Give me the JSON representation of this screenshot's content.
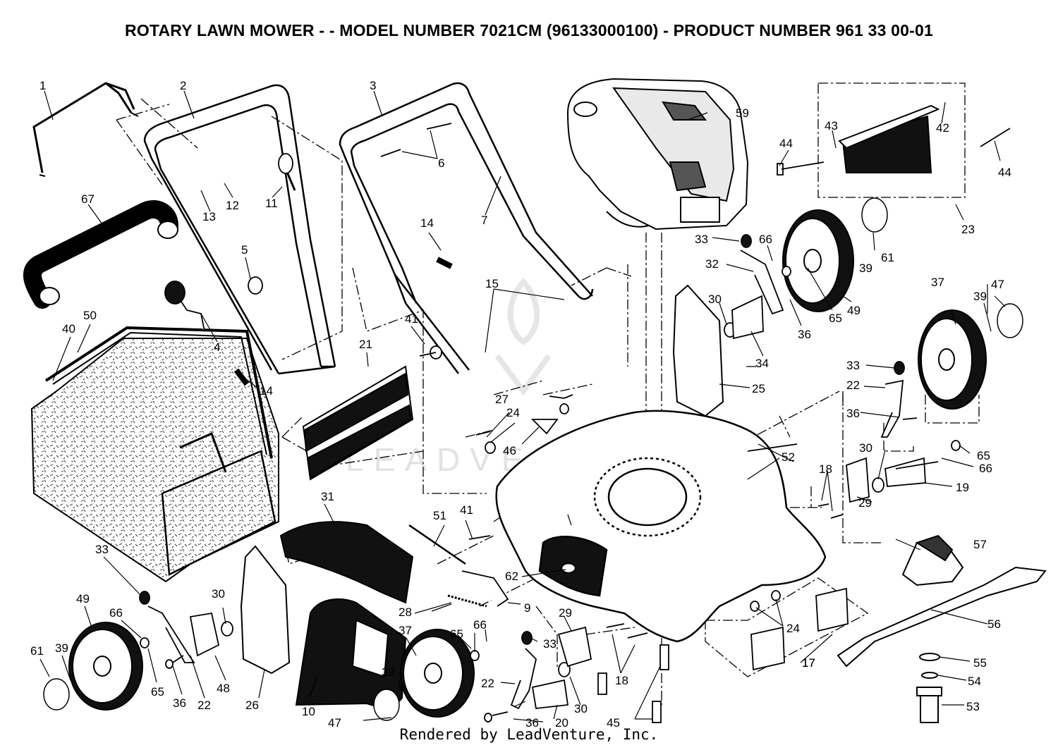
{
  "title": "ROTARY LAWN MOWER - - MODEL NUMBER 7021CM (96133000100) - PRODUCT NUMBER 961 33 00-01",
  "footer": "Rendered by LeadVenture, Inc.",
  "watermark": "LEADVENTURE",
  "callouts": [
    "1",
    "2",
    "3",
    "4",
    "5",
    "6",
    "7",
    "9",
    "10",
    "11",
    "12",
    "13",
    "14",
    "15",
    "17",
    "18",
    "19",
    "20",
    "21",
    "22",
    "23",
    "24",
    "25",
    "26",
    "27",
    "28",
    "29",
    "30",
    "31",
    "32",
    "33",
    "34",
    "36",
    "37",
    "39",
    "40",
    "41",
    "42",
    "43",
    "44",
    "45",
    "46",
    "47",
    "48",
    "49",
    "50",
    "51",
    "52",
    "53",
    "54",
    "55",
    "56",
    "57",
    "59",
    "61",
    "62",
    "65",
    "66",
    "67"
  ]
}
